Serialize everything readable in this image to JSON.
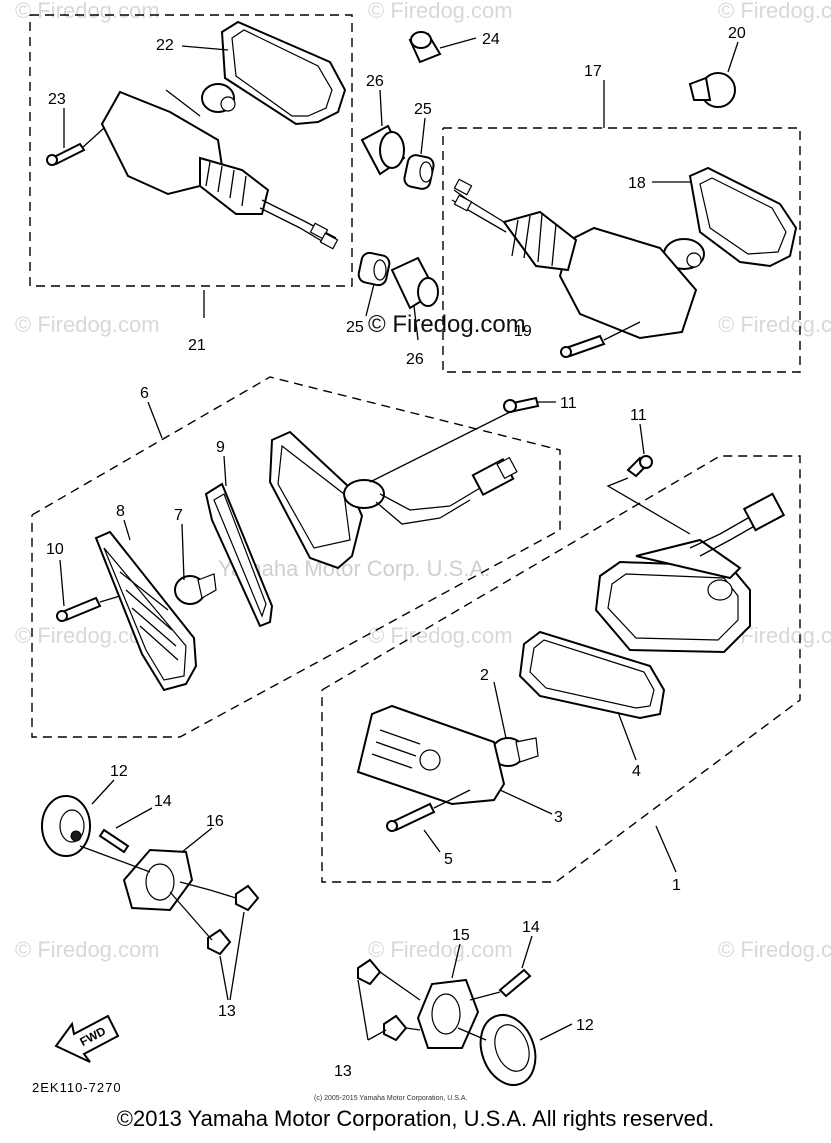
{
  "watermark": "© Firedog.com",
  "watermark_center": "© Firedog.com",
  "watermark_yamaha": "Yamaha Motor Corp. U.S.A.",
  "callouts": {
    "c1": "1",
    "c2": "2",
    "c3": "3",
    "c4": "4",
    "c5": "5",
    "c6": "6",
    "c7": "7",
    "c8": "8",
    "c9": "9",
    "c10": "10",
    "c11a": "11",
    "c11b": "11",
    "c12a": "12",
    "c12b": "12",
    "c13a": "13",
    "c13b": "13",
    "c14a": "14",
    "c14b": "14",
    "c15": "15",
    "c16": "16",
    "c17": "17",
    "c18": "18",
    "c19": "19",
    "c20": "20",
    "c21": "21",
    "c22": "22",
    "c23": "23",
    "c24": "24",
    "c25a": "25",
    "c25b": "25",
    "c26a": "26",
    "c26b": "26"
  },
  "fwd_label": "FWD",
  "diagram_code": "2EK110-7270",
  "small_copyright": "(c) 2005-2015 Yamaha Motor Corporation, U.S.A.",
  "footer_copyright": "©2013 Yamaha Motor Corporation, U.S.A. All rights reserved."
}
